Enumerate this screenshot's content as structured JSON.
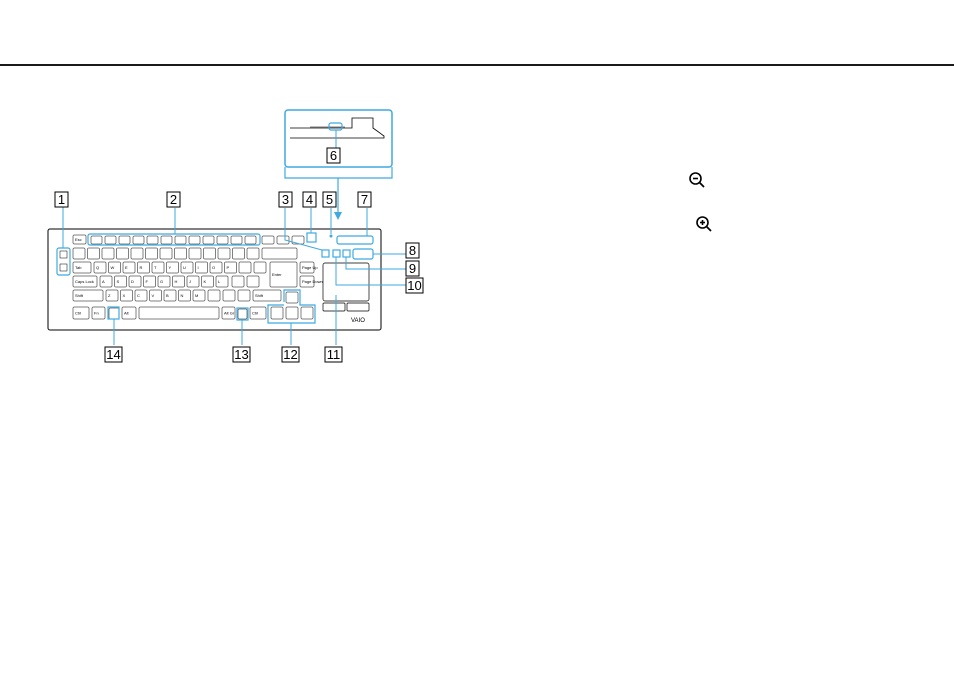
{
  "page": {
    "title": "",
    "accent_color": "#3fa9e0"
  },
  "figure": {
    "description_labels": [
      "1",
      "2",
      "3",
      "4",
      "5",
      "6",
      "7",
      "8",
      "9",
      "10",
      "11",
      "12",
      "13",
      "14"
    ],
    "callouts": {
      "c1": "1",
      "c2": "2",
      "c3": "3",
      "c4": "4",
      "c5": "5",
      "c6": "6",
      "c7": "7",
      "c8": "8",
      "c9": "9",
      "c10": "10",
      "c11": "11",
      "c12": "12",
      "c13": "13",
      "c14": "14"
    },
    "keys": {
      "esc": "Esc",
      "caps": "Caps Lock",
      "tab": "Tab",
      "shift": "Shift",
      "ctrl": "Ctrl",
      "fn": "Fn",
      "alt": "Alt",
      "altgr": "Alt Gr",
      "pgup": "Page Up",
      "pgdn": "Page Down",
      "enter": "Enter",
      "row1": [
        "Q",
        "W",
        "E",
        "R",
        "T",
        "Y",
        "U",
        "I",
        "O",
        "P"
      ],
      "row2": [
        "A",
        "S",
        "D",
        "F",
        "G",
        "H",
        "J",
        "K",
        "L"
      ],
      "row3": [
        "Z",
        "X",
        "C",
        "V",
        "B",
        "N",
        "M"
      ]
    },
    "logo": "VAIO"
  },
  "icons": {
    "zoom_out": "zoom-out-icon",
    "zoom_in": "zoom-in-icon"
  }
}
